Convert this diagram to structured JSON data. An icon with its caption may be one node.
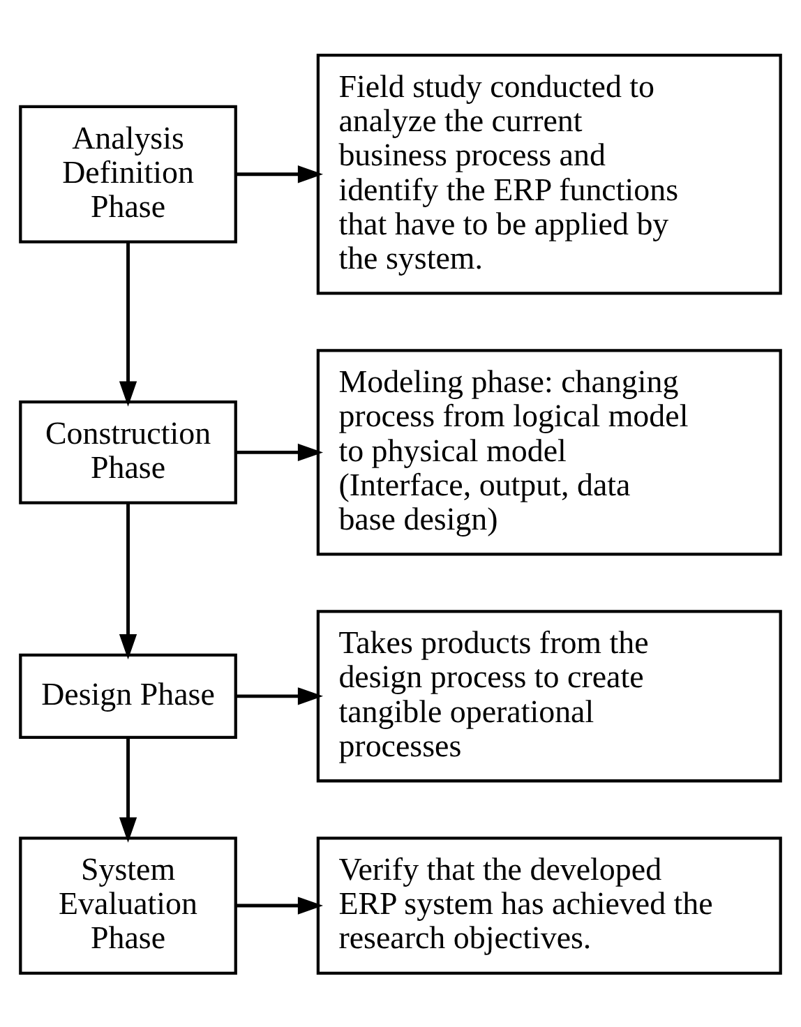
{
  "diagram": {
    "nodes": [
      {
        "text": [
          "Field study conducted to analyze the current business process and identify the ERP functions that have to be applied by the system."
        ]
      },
      {
        "text": [
          "Analysis Definition Phase"
        ]
      },
      {
        "text": [
          "Modeling phase: changing process from logical model to physical model (Interface, output, data base design)"
        ]
      },
      {
        "text": [
          "Construction Phase"
        ]
      },
      {
        "text": [
          "Takes products from the design process to create tangible operational processes"
        ]
      },
      {
        "text": [
          "Design Phase"
        ]
      },
      {
        "text": [
          "Verify that the developed ERP system has achieved the research objectives."
        ]
      },
      {
        "text": [
          "System Evaluation Phase"
        ]
      }
    ],
    "edges": [
      {
        "from": 1,
        "to": 0,
        "arrow": "to"
      },
      {
        "from": 1,
        "to": 3,
        "arrow": "to"
      },
      {
        "from": 3,
        "to": 2,
        "arrow": "to"
      },
      {
        "from": 3,
        "to": 5,
        "arrow": "to"
      },
      {
        "from": 5,
        "to": 4,
        "arrow": "to"
      },
      {
        "from": 5,
        "to": 7,
        "arrow": "to"
      },
      {
        "from": 7,
        "to": 6,
        "arrow": "to"
      }
    ]
  }
}
